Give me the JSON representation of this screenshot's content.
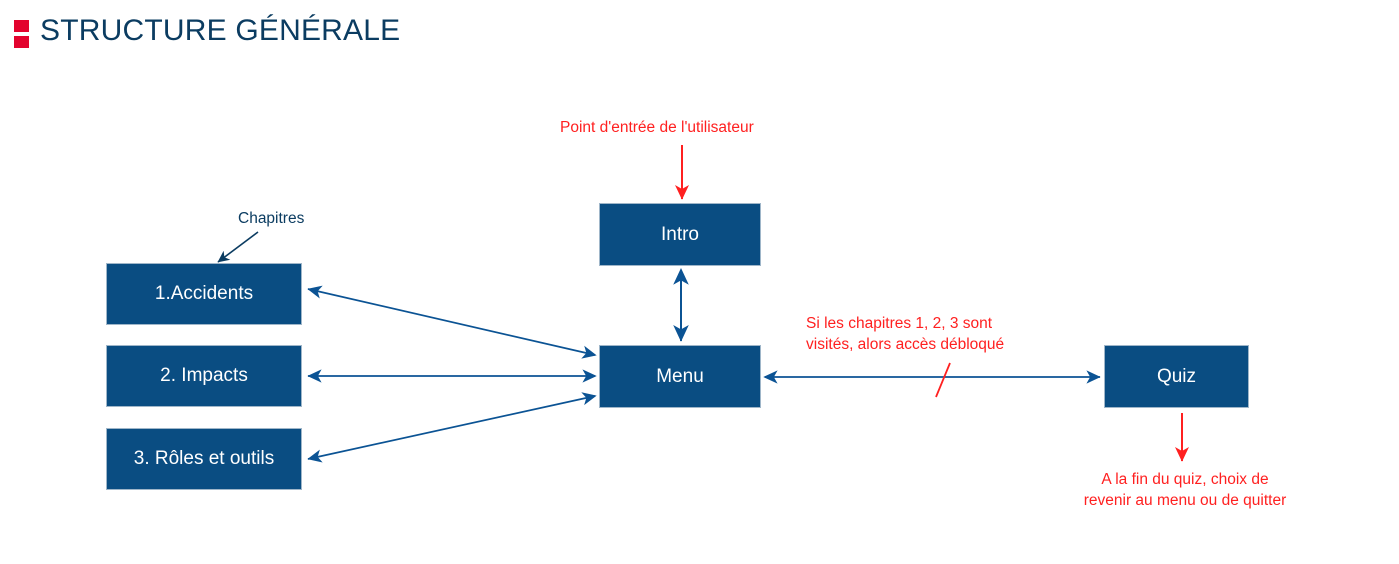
{
  "header": {
    "title": "STRUCTURE GÉNÉRALE",
    "logo_icon": "two-red-squares-icon",
    "logo_color": "#E3032E",
    "title_color": "#0B3C61"
  },
  "theme": {
    "background": "#FFFFFF",
    "node_fill": "#0A4D82",
    "node_border": "#9FB6C9",
    "node_text": "#FFFFFF",
    "connector_color": "#0B5394",
    "annotation_color": "#FF2020",
    "note_color": "#0B3C61"
  },
  "diagram": {
    "type": "flowchart",
    "nodes": [
      {
        "id": "intro",
        "label": "Intro"
      },
      {
        "id": "menu",
        "label": "Menu"
      },
      {
        "id": "quiz",
        "label": "Quiz"
      },
      {
        "id": "chap1",
        "label": "1.Accidents"
      },
      {
        "id": "chap2",
        "label": "2. Impacts"
      },
      {
        "id": "chap3",
        "label": "3. Rôles et outils"
      }
    ],
    "edges": [
      {
        "from": "intro",
        "to": "menu",
        "direction": "bidirectional",
        "color": "#0B5394"
      },
      {
        "from": "menu",
        "to": "chap1",
        "direction": "bidirectional",
        "color": "#0B5394"
      },
      {
        "from": "menu",
        "to": "chap2",
        "direction": "bidirectional",
        "color": "#0B5394"
      },
      {
        "from": "menu",
        "to": "chap3",
        "direction": "bidirectional",
        "color": "#0B5394"
      },
      {
        "from": "menu",
        "to": "quiz",
        "direction": "bidirectional",
        "color": "#0B5394",
        "condition_marker": "red-slash"
      },
      {
        "from": "entry-point",
        "to": "intro",
        "direction": "down",
        "color": "#FF2020"
      },
      {
        "from": "quiz",
        "to": "end-choice",
        "direction": "down",
        "color": "#FF2020"
      },
      {
        "from": "chapitres-label",
        "to": "chap1",
        "direction": "down-left",
        "color": "#0B3C61"
      }
    ]
  },
  "annotations": {
    "entry_point": "Point d'entrée de l'utilisateur",
    "chapters_label": "Chapitres",
    "unlock_rule": "Si les chapitres 1, 2, 3 sont\nvisités, alors accès débloqué",
    "end_of_quiz": "A la fin du quiz, choix de\nrevenir au menu ou de quitter"
  }
}
